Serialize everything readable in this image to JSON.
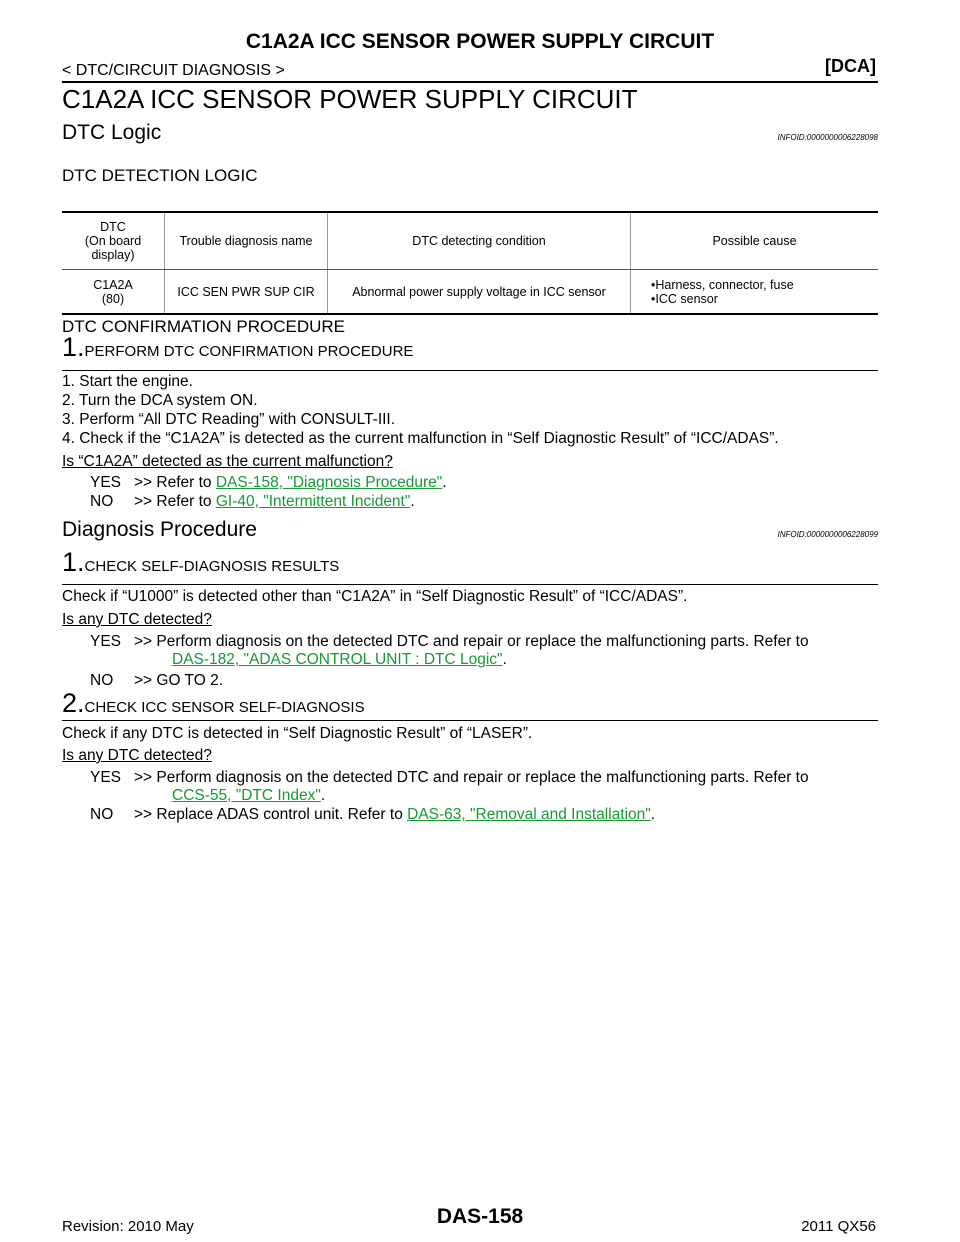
{
  "header": {
    "title": "C1A2A ICC SENSOR POWER SUPPLY CIRCUIT",
    "section": "< DTC/CIRCUIT DIAGNOSIS >",
    "code": "[DCA]"
  },
  "main_title": "C1A2A ICC SENSOR POWER SUPPLY CIRCUIT",
  "dtc_logic": {
    "heading": "DTC Logic",
    "infoid": "INFOID:0000000006228098",
    "detection_heading": "DTC DETECTION LOGIC",
    "table": {
      "headers": [
        "DTC\n(On board\ndisplay)",
        "Trouble diagnosis name",
        "DTC detecting condition",
        "Possible cause"
      ],
      "row": {
        "dtc": "C1A2A\n(80)",
        "name": "ICC SEN PWR SUP CIR",
        "condition": "Abnormal power supply voltage in ICC sensor",
        "causes": [
          "Harness, connector, fuse",
          "ICC sensor"
        ]
      }
    },
    "confirmation_heading": "DTC CONFIRMATION PROCEDURE",
    "step1": {
      "num": "1.",
      "title": "PERFORM DTC CONFIRMATION PROCEDURE",
      "items": [
        "1.  Start the engine.",
        "2.  Turn the DCA system ON.",
        "3.  Perform “All DTC Reading” with CONSULT-III.",
        "4.  Check if the “C1A2A” is detected as the current malfunction in “Self Diagnostic Result” of “ICC/ADAS”."
      ],
      "question": "Is “C1A2A” detected as the current malfunction?",
      "yes_label": "YES",
      "yes_text": ">> Refer to ",
      "yes_link": "DAS-158, \"Diagnosis Procedure\"",
      "no_label": "NO",
      "no_text": ">> Refer to ",
      "no_link": "GI-40, \"Intermittent Incident\"",
      "period": "."
    }
  },
  "diagnosis": {
    "heading": "Diagnosis Procedure",
    "infoid": "INFOID:0000000006228099",
    "step1": {
      "num": "1.",
      "title": "CHECK SELF-DIAGNOSIS RESULTS",
      "text": "Check if “U1000” is detected other than “C1A2A” in “Self Diagnostic Result” of “ICC/ADAS”.",
      "question": "Is any DTC detected?",
      "yes_label": "YES",
      "yes_text": ">> Perform diagnosis on the detected DTC and repair or replace the malfunctioning parts. Refer to",
      "yes_link": "DAS-182, \"ADAS CONTROL UNIT : DTC Logic\"",
      "no_label": "NO",
      "no_text": ">> GO TO 2.",
      "period": "."
    },
    "step2": {
      "num": "2.",
      "title": "CHECK ICC SENSOR SELF-DIAGNOSIS",
      "text": "Check if any DTC is detected in “Self Diagnostic Result” of “LASER”.",
      "question": "Is any DTC detected?",
      "yes_label": "YES",
      "yes_text": ">> Perform diagnosis on the detected DTC and repair or replace the malfunctioning parts. Refer to",
      "yes_link": "CCS-55, \"DTC Index\"",
      "no_label": "NO",
      "no_text": ">> Replace ADAS control unit. Refer to ",
      "no_link": "DAS-63, \"Removal and Installation\"",
      "period": "."
    }
  },
  "footer": {
    "revision": "Revision: 2010 May",
    "page": "DAS-158",
    "model": "2011 QX56"
  }
}
